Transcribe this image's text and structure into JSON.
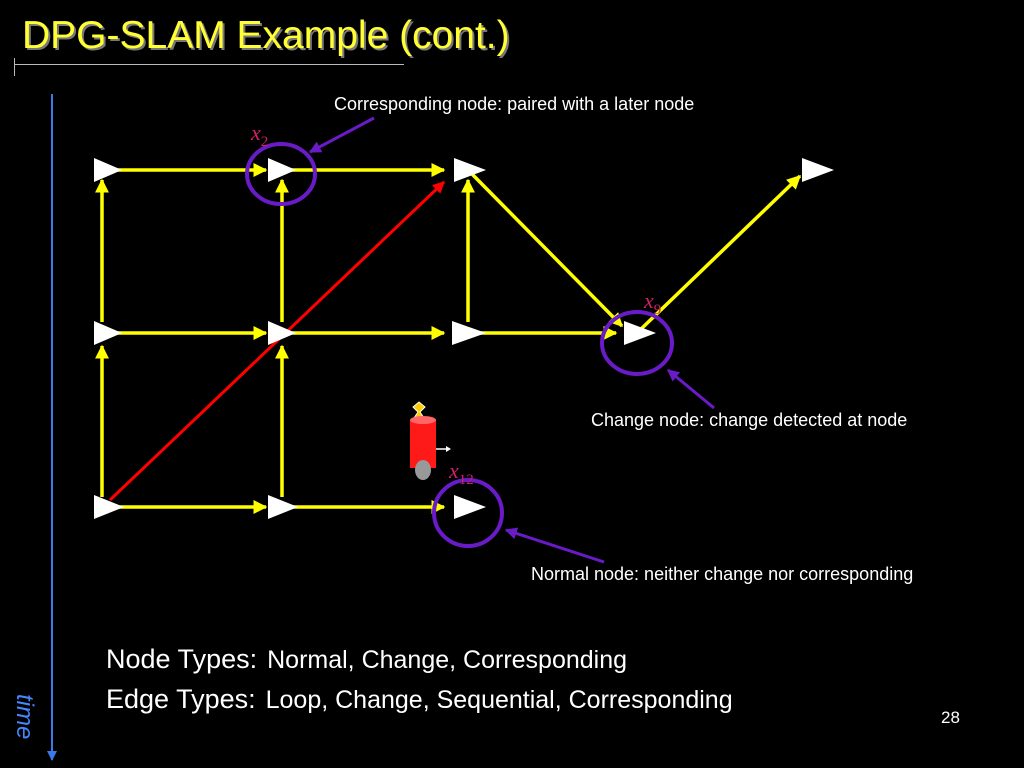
{
  "slide": {
    "title": "DPG-SLAM Example (cont.)",
    "page_number": "28",
    "time_label": "time"
  },
  "annotations": {
    "corresponding": "Corresponding node: paired with a later node",
    "change": "Change node: change detected at node",
    "normal": "Normal node: neither change nor corresponding"
  },
  "node_labels": {
    "x2": {
      "base": "x",
      "sub": "2"
    },
    "x9": {
      "base": "x",
      "sub": "9"
    },
    "x12": {
      "base": "x",
      "sub": "12"
    }
  },
  "types": {
    "node_head": "Node Types:",
    "node_values": "Normal,  Change,  Corresponding",
    "edge_head": "Edge Types:",
    "edge_values": "Loop, Change, Sequential, Corresponding"
  },
  "colors": {
    "background": "#000000",
    "title": "#ffff33",
    "edge": "#ffff00",
    "loop_edge": "#ff0000",
    "highlight_circle": "#6a1bc8",
    "node": "#ffffff",
    "label": "#cc2266",
    "time_axis": "#3a7ae8"
  },
  "graph": {
    "node_icon": "white-triangle",
    "robot_icon": "red-cylinder-robot"
  }
}
